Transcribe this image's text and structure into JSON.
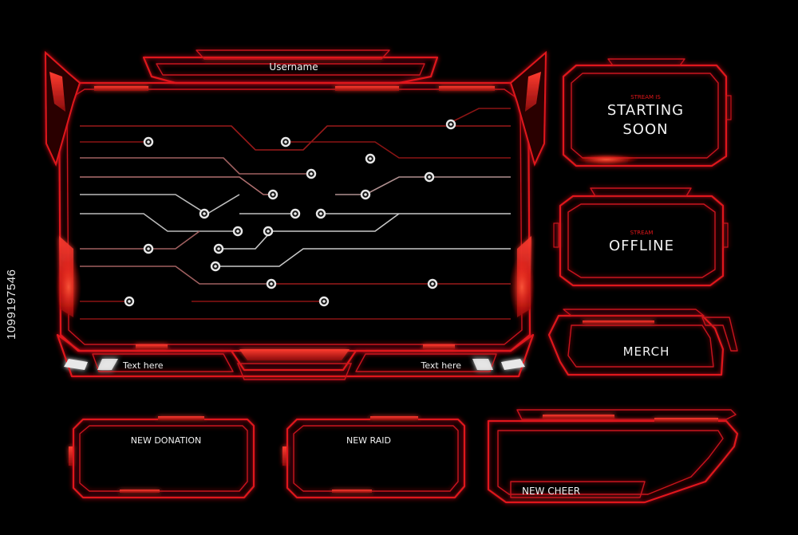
{
  "main_frame": {
    "username": "Username",
    "left_text": "Text here",
    "right_text": "Text here"
  },
  "panels": {
    "starting": {
      "kicker": "STREAM IS",
      "title_line1": "STARTING",
      "title_line2": "SOON"
    },
    "offline": {
      "kicker": "STREAM",
      "title": "OFFLINE"
    },
    "merch": {
      "title": "MERCH"
    },
    "donation": {
      "title": "NEW DONATION"
    },
    "raid": {
      "title": "NEW RAID"
    },
    "cheer": {
      "title": "NEW CHEER"
    }
  },
  "watermark": {
    "side_id": "1099197546"
  },
  "colors": {
    "accent": "#e0161a",
    "background": "#000000",
    "wire": "#b8b8b8",
    "text": "#f2f2f2"
  }
}
